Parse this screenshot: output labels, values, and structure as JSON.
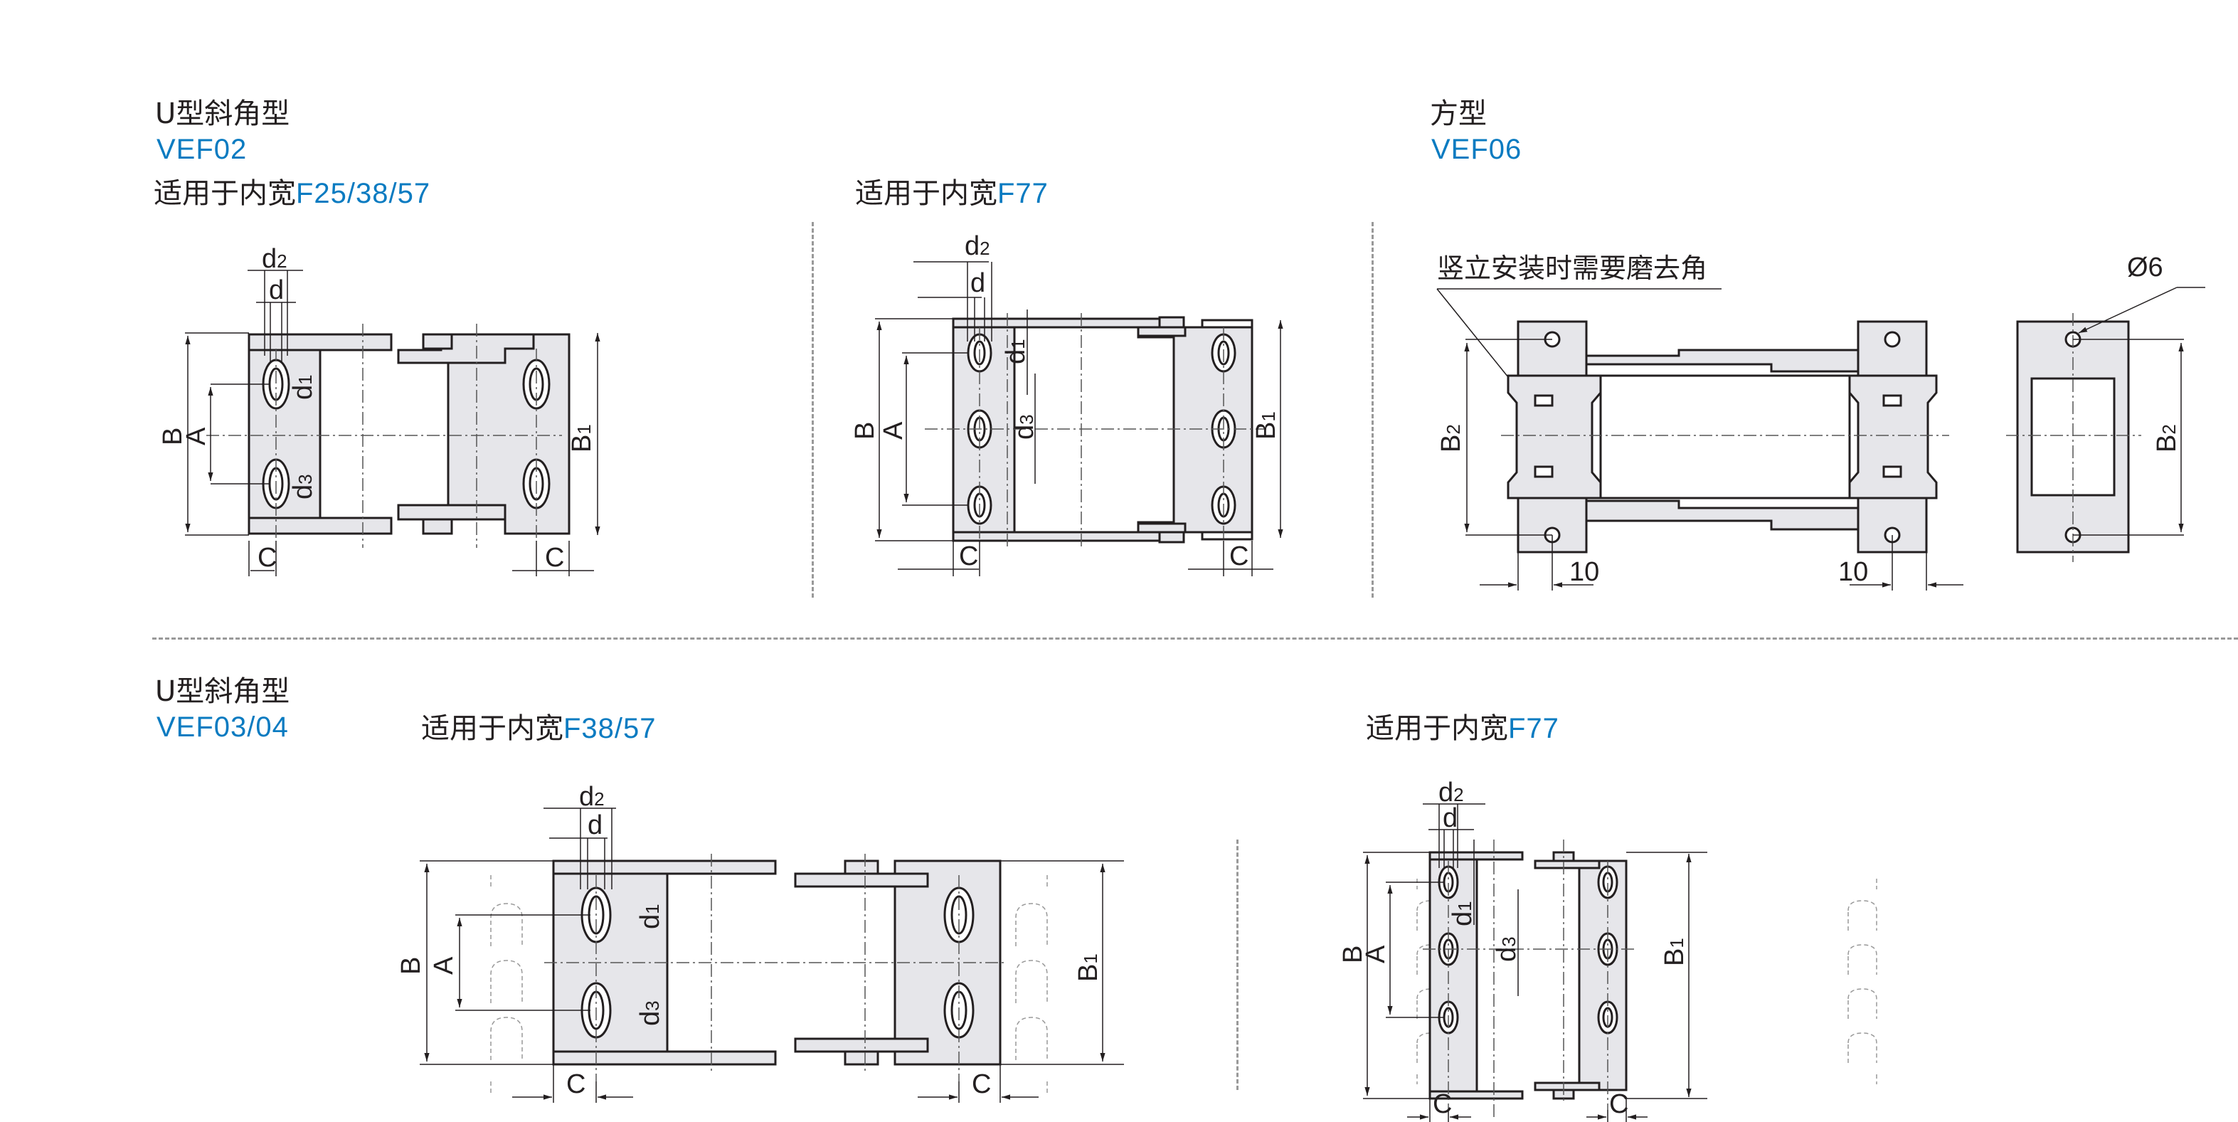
{
  "sections": {
    "vef02": {
      "type_label": "U型斜角型",
      "code": "VEF02",
      "variants": [
        {
          "prefix": "适用于内宽",
          "widths": "F25/38/57"
        },
        {
          "prefix": "适用于内宽",
          "widths": "F77"
        }
      ]
    },
    "vef06": {
      "type_label": "方型",
      "code": "VEF06",
      "note": "竖立安装时需要磨去角",
      "hole_dia": "Ø6",
      "dim_10_left": "10",
      "dim_10_right": "10",
      "dim_b2": "B",
      "dim_b2_sub": "2"
    },
    "vef0304": {
      "type_label": "U型斜角型",
      "code": "VEF03/04",
      "variants": [
        {
          "prefix": "适用于内宽",
          "widths": "F38/57"
        },
        {
          "prefix": "适用于内宽",
          "widths": "F77"
        }
      ]
    }
  },
  "dims": {
    "B": "B",
    "A": "A",
    "C": "C",
    "d": "d",
    "d1": "d",
    "d1_sub": "1",
    "d2": "d",
    "d2_sub": "2",
    "d3": "d",
    "d3_sub": "3",
    "B1": "B",
    "B1_sub": "1"
  },
  "colors": {
    "accent": "#0a7bc1",
    "text": "#231f20",
    "part_fill": "#e6e6ea",
    "separator": "#999999"
  }
}
